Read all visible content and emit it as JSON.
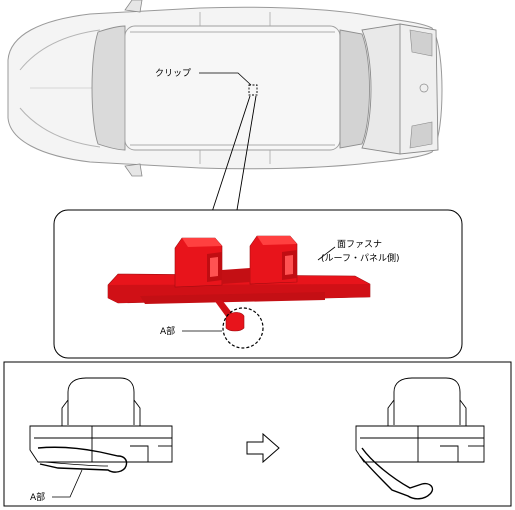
{
  "labels": {
    "clip": "クリップ",
    "fastener_line1": "面ファスナ",
    "fastener_line2": "(ルーフ・パネル側)",
    "part_a_top": "A部",
    "part_a_bottom": "A部"
  },
  "colors": {
    "fastener": "#e8141b",
    "fastener_dark": "#b50d12",
    "fastener_light": "#ff3b3b",
    "line": "#000000",
    "car_body": "#f2f2f2",
    "car_glass": "#d9d9d9"
  },
  "icons": {
    "arrow": "right-arrow-icon"
  }
}
